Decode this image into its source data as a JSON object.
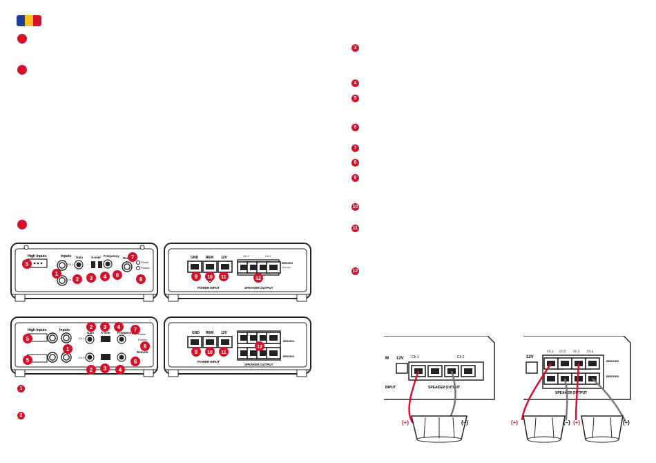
{
  "colors": {
    "accent": "#d7102a",
    "line": "#222222",
    "grey": "#777777"
  },
  "flag": {
    "stripes": [
      "#1f3f97",
      "#f8c21a",
      "#d7102a"
    ],
    "icon": "flag-icon"
  },
  "numbers": [
    "1",
    "2",
    "3",
    "4",
    "5",
    "6",
    "7",
    "8",
    "9",
    "10",
    "11",
    "12"
  ],
  "amp_labels": {
    "high_inputs": "High Inputs",
    "inputs": "Inputs",
    "ch1": "Ch.1",
    "ch2": "Ch.2",
    "ch3": "Ch.3",
    "ch4": "Ch.4",
    "gain": "Gain",
    "x_over": "X-over",
    "frequency": "Frequency",
    "remote": "Remote",
    "power": "Power",
    "protect": "Protect",
    "gnd": "GND",
    "rem": "REM",
    "v12": "12V",
    "power_input": "POWER INPUT",
    "speaker_output": "SPEAKER OUTPUT",
    "bridged": "BRIDGED",
    "bridged_ch1_ch2": "CH1 CH2",
    "plus": "(+)",
    "minus": "(–)",
    "m_fragment": "M",
    "input_fragment": "INPUT"
  }
}
